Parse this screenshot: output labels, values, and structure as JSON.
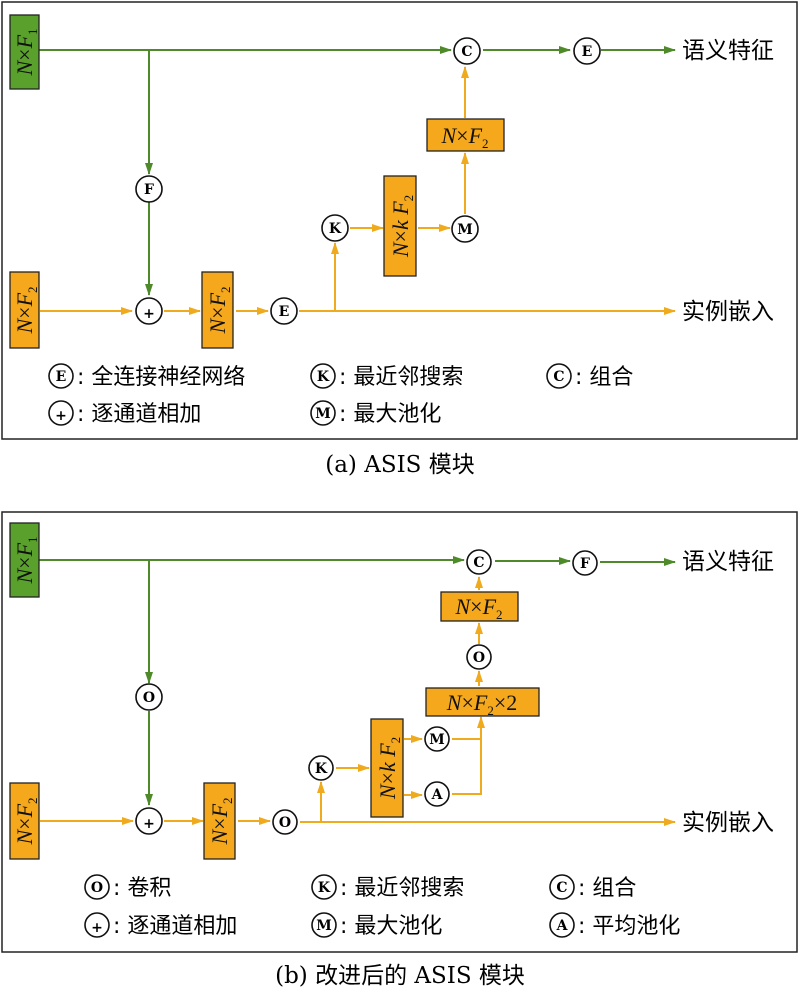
{
  "boxes": {
    "nf1": {
      "n": "N",
      "times": "×",
      "f": "F",
      "sub": "1"
    },
    "nf2": {
      "n": "N",
      "times": "×",
      "f": "F",
      "sub": "2"
    },
    "nkf2": {
      "n": "N",
      "times": "×",
      "k": "k",
      "f": "F",
      "sub": "2"
    },
    "nf2x2": {
      "n": "N",
      "times": "×",
      "f": "F",
      "sub": "2",
      "tail": "×2"
    }
  },
  "ops": {
    "E": "E",
    "K": "K",
    "M": "M",
    "C": "C",
    "F": "F",
    "O": "O",
    "A": "A",
    "plus": "+"
  },
  "panel_a": {
    "outputs": {
      "semantic": "语义特征",
      "instance": "实例嵌入"
    },
    "legend": {
      "E": ": 全连接神经网络",
      "K": ": 最近邻搜索",
      "C": ": 组合",
      "plus": ": 逐通道相加",
      "M": ": 最大池化"
    },
    "caption": "(a) ASIS 模块"
  },
  "panel_b": {
    "outputs": {
      "semantic": "语义特征",
      "instance": "实例嵌入"
    },
    "legend": {
      "O": ": 卷积",
      "K": ": 最近邻搜索",
      "C": ": 组合",
      "plus": ": 逐通道相加",
      "M": ": 最大池化",
      "A": ": 平均池化"
    },
    "caption": "(b) 改进后的 ASIS 模块"
  },
  "colors": {
    "green": "#5aa02c",
    "gold": "#f5a81c",
    "green_wire": "#4e8a2a",
    "gold_wire": "#f0aa1e"
  }
}
